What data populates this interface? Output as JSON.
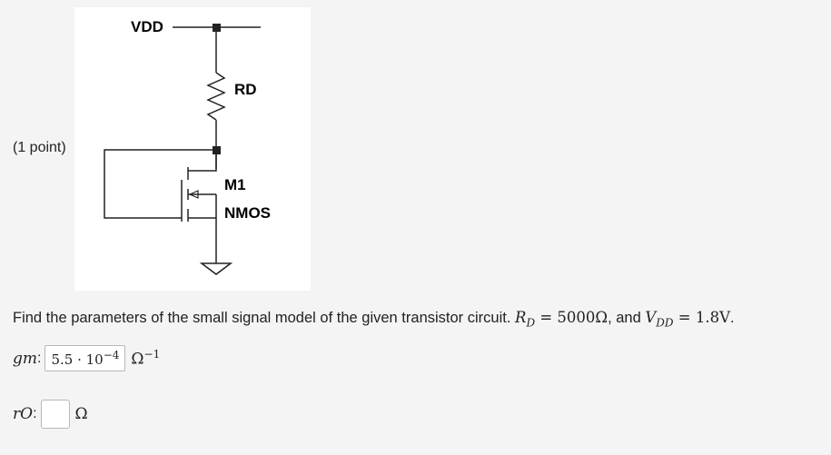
{
  "problem": {
    "points_label": "(1 point)",
    "question_prefix": "Find the parameters of the small signal model of the given transistor circuit.",
    "rd_symbol": "R",
    "rd_sub": "D",
    "rd_value": " = 5000Ω",
    "and_text": ", and ",
    "vdd_symbol": "V",
    "vdd_sub": "DD",
    "vdd_value": " = 1.8V",
    "question_end": "."
  },
  "circuit": {
    "vdd_label": "VDD",
    "rd_label": "RD",
    "m1_label": "M1",
    "nmos_label": "NMOS"
  },
  "answers": {
    "gm": {
      "var": "g",
      "sub": "m",
      "colon": ":",
      "value_mantissa": "5.5 · 10",
      "value_exp": "−4",
      "unit": "Ω",
      "unit_exp": "−1"
    },
    "ro": {
      "var": "r",
      "sub": "O",
      "colon": ":",
      "value": "",
      "unit": "Ω"
    }
  }
}
